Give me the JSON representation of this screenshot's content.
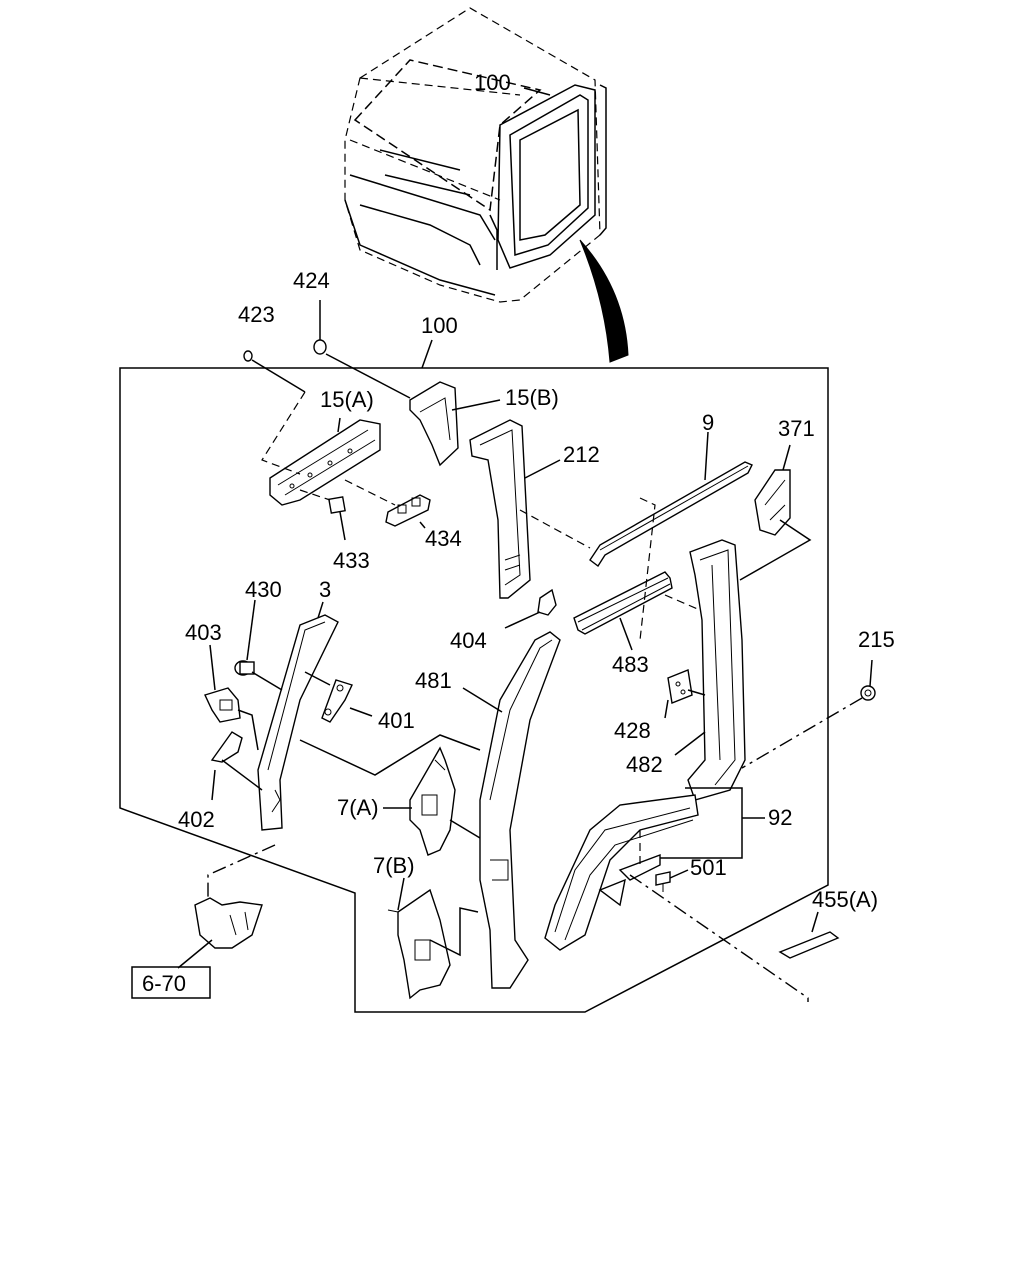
{
  "callouts": {
    "c100_top": "100",
    "c424": "424",
    "c423": "423",
    "c100": "100",
    "c15a": "15(A)",
    "c15b": "15(B)",
    "c212": "212",
    "c9": "9",
    "c371": "371",
    "c434": "434",
    "c433": "433",
    "c430": "430",
    "c3": "3",
    "c403": "403",
    "c404": "404",
    "c483": "483",
    "c215": "215",
    "c481": "481",
    "c401": "401",
    "c428": "428",
    "c482": "482",
    "c402": "402",
    "c7a": "7(A)",
    "c92": "92",
    "c7b": "7(B)",
    "c501": "501",
    "c455a": "455(A)",
    "ref": "6-70"
  }
}
